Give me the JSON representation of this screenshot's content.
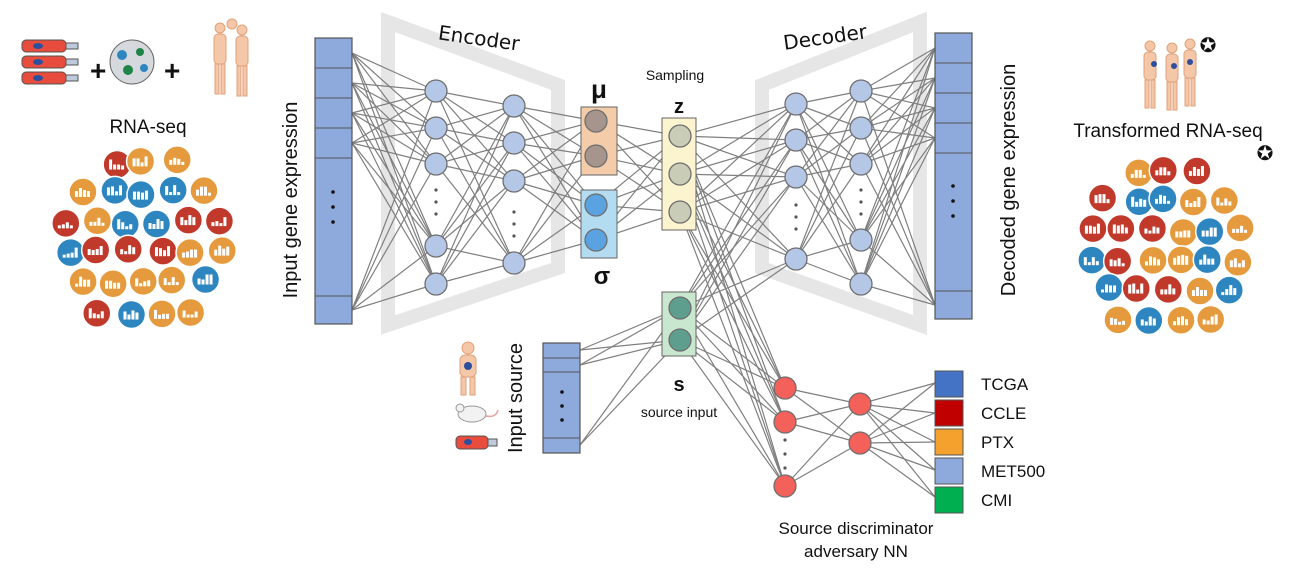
{
  "left_panel": {
    "plus_1": "+",
    "plus_2": "+",
    "title": "RNA-seq"
  },
  "encoder": {
    "title": "Encoder",
    "input_label": "Input gene expression",
    "mu_label": "μ",
    "sigma_label": "σ"
  },
  "latent": {
    "sampling_label": "Sampling",
    "z_label": "z",
    "s_label": "s",
    "source_input_label": "source input"
  },
  "source": {
    "input_label": "Input source"
  },
  "decoder": {
    "title": "Decoder",
    "output_label": "Decoded gene expression"
  },
  "discriminator": {
    "caption_line1": "Source discriminator",
    "caption_line2": "adversary NN"
  },
  "legend": [
    {
      "label": "TCGA",
      "color": "#4472C4"
    },
    {
      "label": "CCLE",
      "color": "#C00000"
    },
    {
      "label": "PTX",
      "color": "#F4A22D"
    },
    {
      "label": "MET500",
      "color": "#8EA9DB"
    },
    {
      "label": "CMI",
      "color": "#00B050"
    }
  ],
  "right_panel": {
    "title": "Transformed RNA-seq"
  },
  "colors": {
    "vector_fill": "#8EA9DB",
    "node_blue": "#B4C7E7",
    "node_mu": "#A6958C",
    "node_sigma": "#5BA3E0",
    "node_z": "#C9CCB6",
    "node_s": "#5E9E8E",
    "node_red": "#F4605A",
    "edge": "#7F7F7F",
    "trapezoid": "#E6E6E6",
    "dot_red": "#C0392B",
    "dot_blue": "#2E86C1",
    "dot_orange": "#E59B3D"
  }
}
